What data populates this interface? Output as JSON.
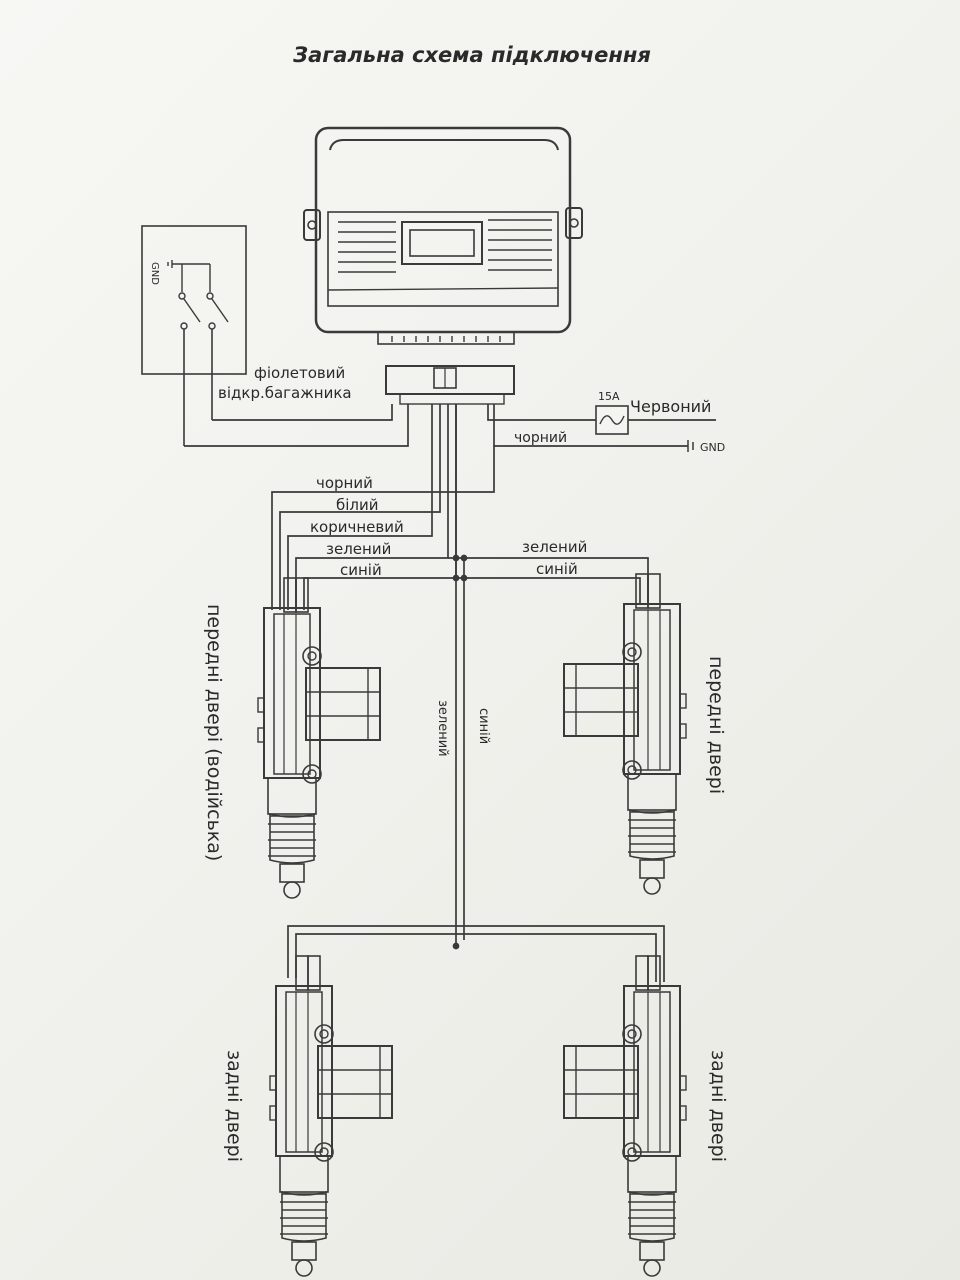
{
  "title": "Загальна схема підключення",
  "labels": {
    "gnd_switch": "GND",
    "violet": "фіолетовий",
    "trunk": "відкр.багажника",
    "fuse": "15A",
    "red": "Червоний",
    "black_power": "чорний",
    "gnd_power": "GND",
    "black": "чорний",
    "white": "білий",
    "brown": "коричневий",
    "green_left": "зелений",
    "blue_left": "синій",
    "green_right": "зелений",
    "blue_right": "синій",
    "green_vertical": "зелений",
    "blue_vertical": "синій",
    "front_driver": "передні двері (водійська)",
    "front_passenger": "передні двері",
    "rear_left": "задні двері",
    "rear_right": "задні двері"
  },
  "colors": {
    "line": "#3a3a3a",
    "paper": "#f4f4f1"
  }
}
